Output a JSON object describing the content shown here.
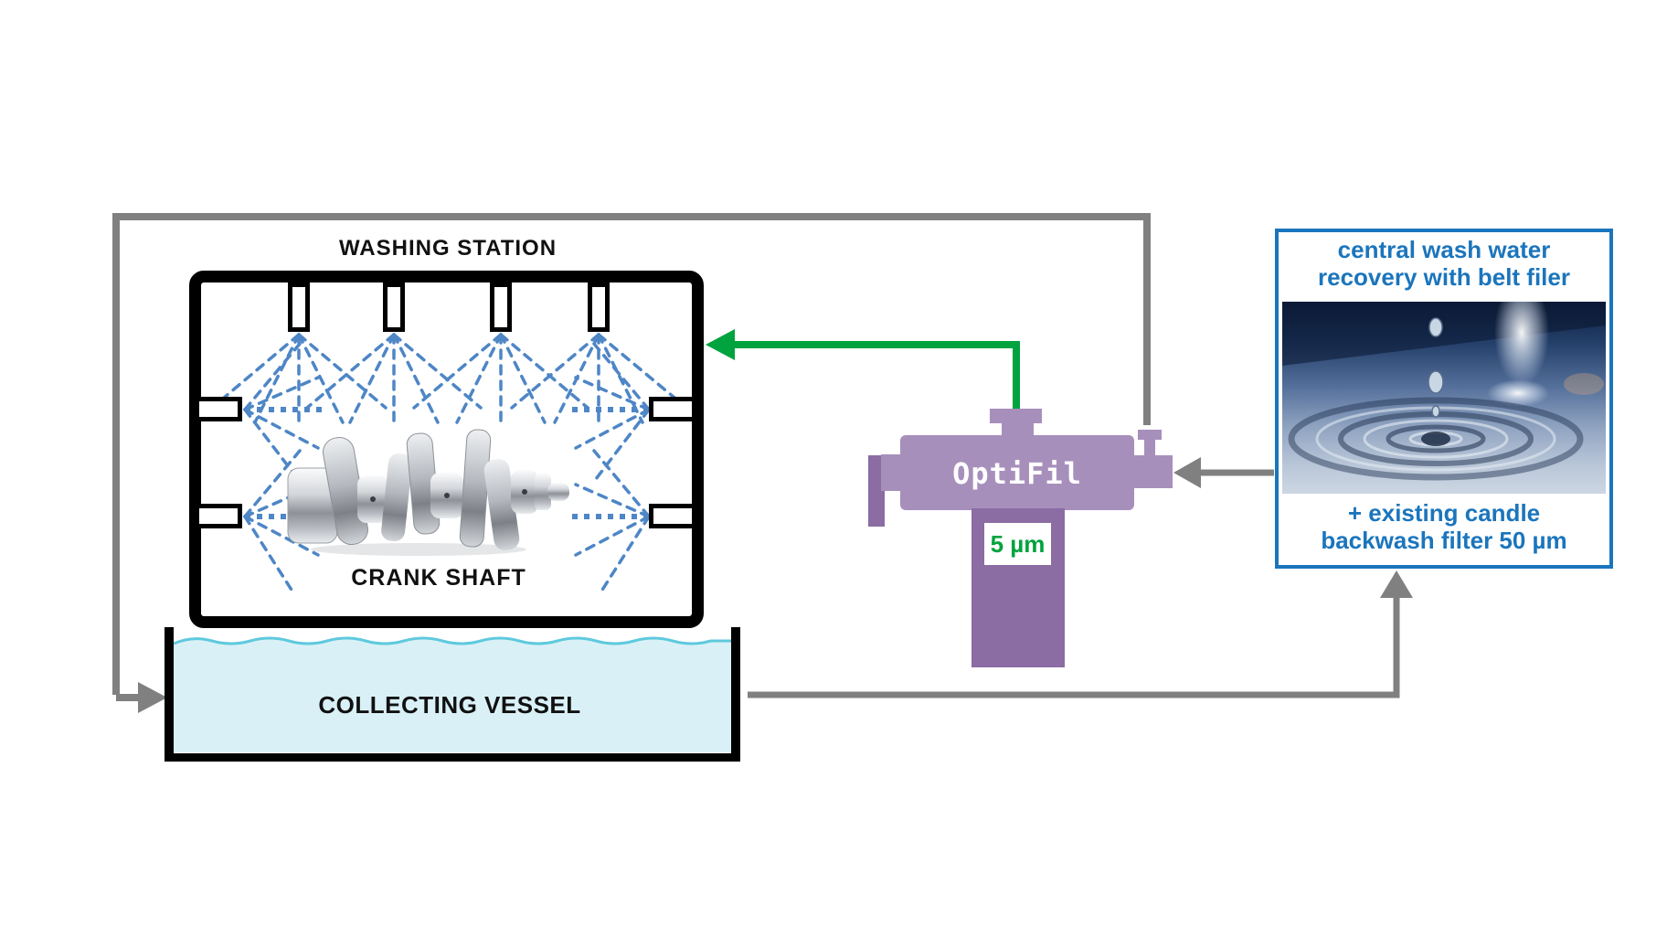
{
  "diagram": {
    "washing_station_label": "WASHING STATION",
    "crank_shaft_label": "CRANK SHAFT",
    "collecting_vessel_label": "COLLECTING VESSEL",
    "optifil": {
      "name": "OptiFil",
      "filter_rating": "5 µm"
    },
    "recovery_box": {
      "title_line1": "central wash water",
      "title_line2": "recovery with belt filer",
      "note_line1": "+ existing candle",
      "note_line2": "backwash filter 50 µm"
    }
  },
  "colors": {
    "gray": "#808080",
    "green": "#00A33E",
    "blue": "#1B75BC",
    "spray": "#4E86C6",
    "purple_light": "#A78FBB",
    "purple_dark": "#8B6CA3",
    "vessel_fill": "#D9F1F6",
    "wave": "#5EC9DE",
    "black": "#000000"
  }
}
